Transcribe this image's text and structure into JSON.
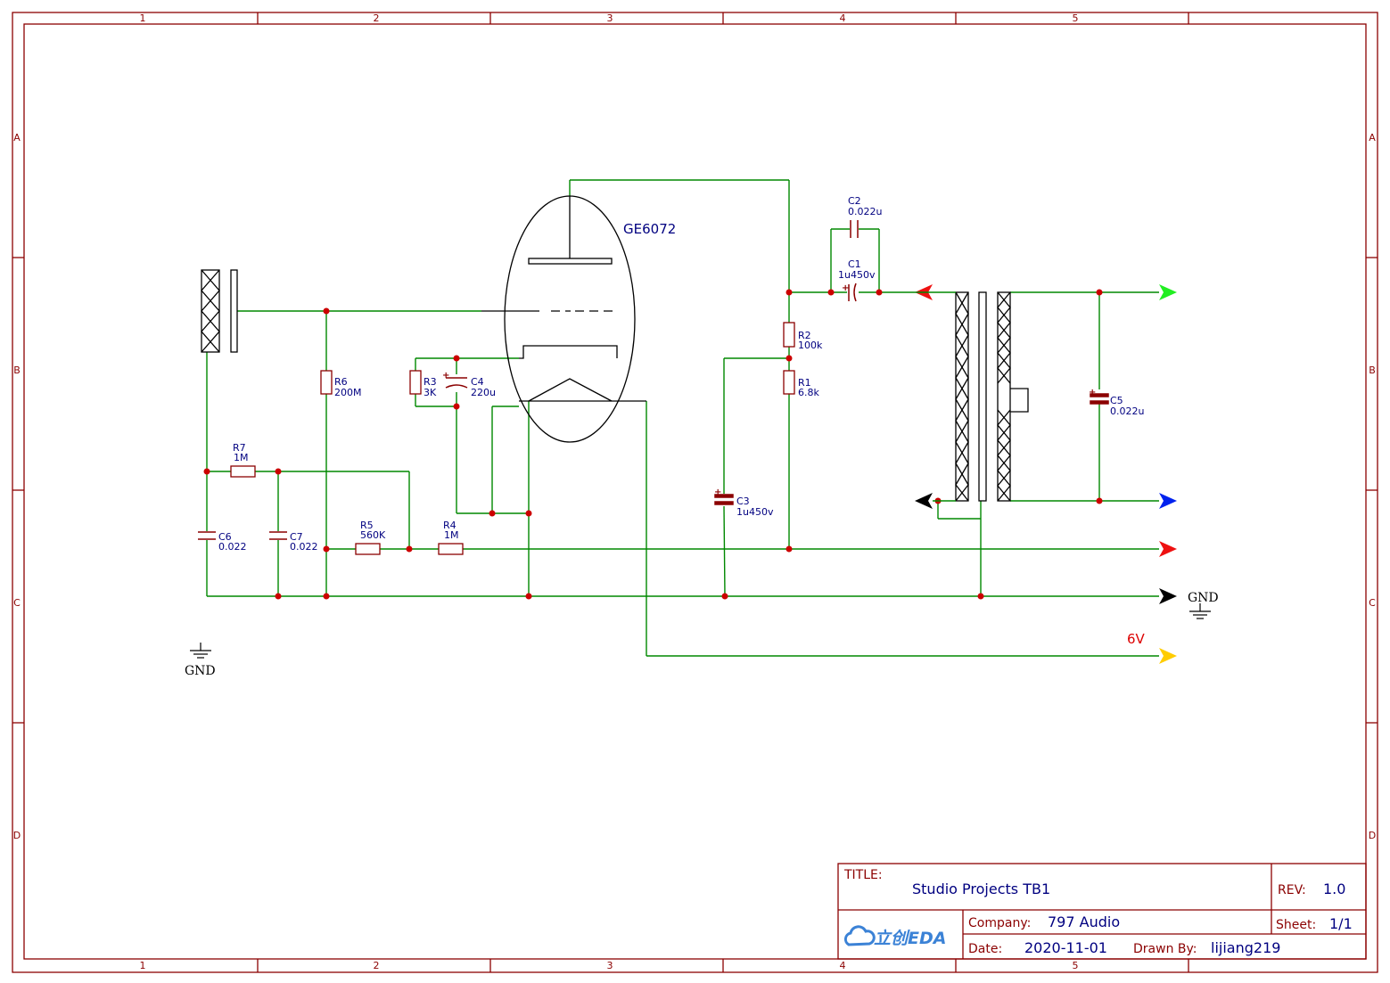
{
  "colors": {
    "frame": "#8b0000",
    "wire": "#008800",
    "part": "#8b0000",
    "text": "#000080",
    "junction": "#cc0000",
    "black": "#000000",
    "arrow_green": "#22ee22",
    "arrow_blue": "#0022ee",
    "arrow_red": "#ee1111",
    "arrow_black": "#000000",
    "arrow_yellow": "#ffcc00",
    "red_label": "#dd0000"
  },
  "grid": {
    "columns": [
      "1",
      "2",
      "3",
      "4",
      "5"
    ],
    "rows": [
      "A",
      "B",
      "C",
      "D"
    ]
  },
  "tube": {
    "label": "GE6072"
  },
  "components": {
    "R1": {
      "ref": "R1",
      "value": "6.8k"
    },
    "R2": {
      "ref": "R2",
      "value": "100k"
    },
    "R3": {
      "ref": "R3",
      "value": "3K"
    },
    "R4": {
      "ref": "R4",
      "value": "1M"
    },
    "R5": {
      "ref": "R5",
      "value": "560K"
    },
    "R6": {
      "ref": "R6",
      "value": "200M"
    },
    "R7": {
      "ref": "R7",
      "value": "1M"
    },
    "C1": {
      "ref": "C1",
      "value": "1u450v"
    },
    "C2": {
      "ref": "C2",
      "value": "0.022u"
    },
    "C3": {
      "ref": "C3",
      "value": "1u450v"
    },
    "C4": {
      "ref": "C4",
      "value": "220u"
    },
    "C5": {
      "ref": "C5",
      "value": "0.022u"
    },
    "C6": {
      "ref": "C6",
      "value": "0.022"
    },
    "C7": {
      "ref": "C7",
      "value": "0.022"
    }
  },
  "net_labels": {
    "gnd_right": "GND",
    "gnd_left": "GND",
    "six_v": "6V"
  },
  "title_block": {
    "title_label": "TITLE:",
    "title": "Studio Projects TB1",
    "rev_label": "REV:",
    "rev": "1.0",
    "company_label": "Company:",
    "company": "797 Audio",
    "sheet_label": "Sheet:",
    "sheet": "1/1",
    "date_label": "Date:",
    "date": "2020-11-01",
    "drawn_label": "Drawn By:",
    "drawn_by": "lijiang219",
    "logo_text": "立创EDA",
    "logo_icon": "cloud-icon"
  }
}
